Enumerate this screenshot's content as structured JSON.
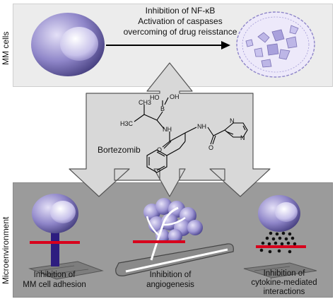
{
  "labels": {
    "mm_cells": "MM cells",
    "microenvironment": "Microenvironment",
    "effect_line1": "Inhibition of NF-κB",
    "effect_line2": "Activation of caspases",
    "effect_line3": "overcoming of drug reisstance",
    "drug_name": "Bortezomib",
    "adhesion_line1": "Inhibition of",
    "adhesion_line2": "MM cell adhesion",
    "angio_line1": "Inhibition of",
    "angio_line2": "angiogenesis",
    "cytokine_line1": "Inhibition of",
    "cytokine_line2": "cytokine-mediated",
    "cytokine_line3": "interactions"
  },
  "chem": {
    "ho": "HO",
    "oh": "OH",
    "b": "B",
    "nh1": "NH",
    "nh2": "NH",
    "h3c": "H3C",
    "ch3": "CH3",
    "o1": "O",
    "o2": "O",
    "n1": "N",
    "n2": "N"
  },
  "colors": {
    "cell_body": "#8f86c9",
    "nucleus": "#c7c1ea",
    "inhibition_bar": "#d8001c",
    "top_panel": "#ececec",
    "bottom_panel": "#9b9b9b"
  }
}
